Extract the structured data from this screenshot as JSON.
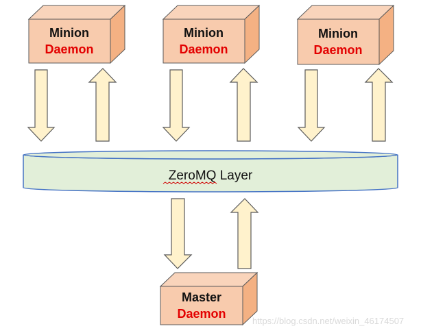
{
  "colors": {
    "box_front": "#f8cbad",
    "box_side": "#f4b183",
    "box_top": "#f9d4bb",
    "box_stroke": "#5a5a5a",
    "arrow_fill": "#fff2cc",
    "arrow_stroke": "#5a5a5a",
    "layer_fill": "#e2efd9",
    "layer_stroke": "#4472c4",
    "daemon_text": "#e30000",
    "squiggle": "#d00000"
  },
  "minions": [
    {
      "title": "Minion",
      "subtitle": "Daemon"
    },
    {
      "title": "Minion",
      "subtitle": "Daemon"
    },
    {
      "title": "Minion",
      "subtitle": "Daemon"
    }
  ],
  "layer": {
    "label": "ZeroMQ Layer"
  },
  "master": {
    "title": "Master",
    "subtitle": "Daemon"
  },
  "watermark": "https://blog.csdn.net/weixin_46174507"
}
